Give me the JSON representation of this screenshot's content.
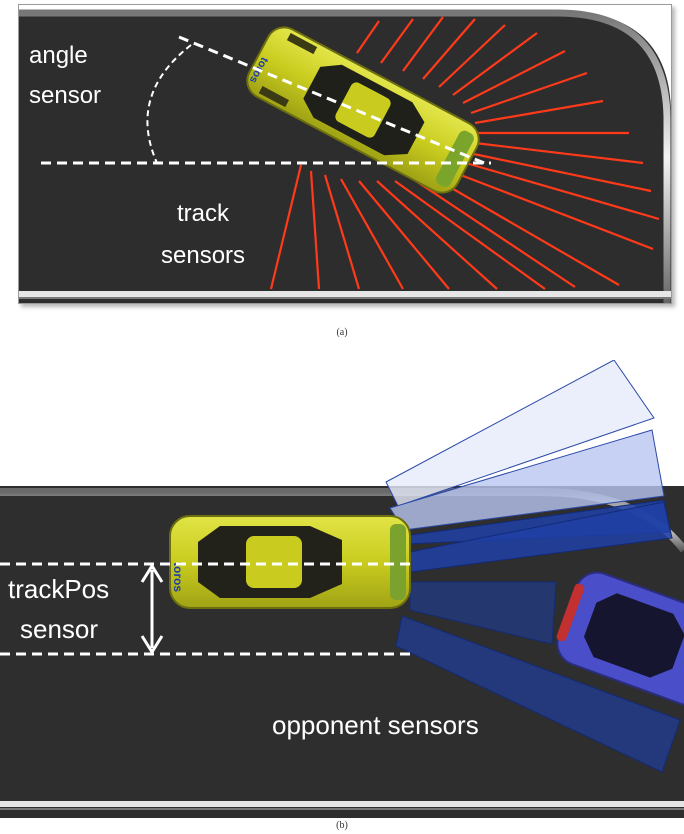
{
  "panel_a": {
    "caption": "(a)",
    "labels": {
      "angle_sensor_line1": "angle",
      "angle_sensor_line2": "sensor",
      "track_sensors_line1": "track",
      "track_sensors_line2": "sensors"
    },
    "car_logo": "toros"
  },
  "panel_b": {
    "caption": "(b)",
    "labels": {
      "trackpos_line1": "trackPos",
      "trackpos_line2": "sensor",
      "opponent_sensors": "opponent sensors"
    },
    "car_logo": "toros"
  },
  "colors": {
    "track": "#2b2b2b",
    "track_sensor_ray": "#ff3a1a",
    "opponent_sensor": "#1f3fa6",
    "car_body": "#c9cc1e",
    "opponent_car": "#4a4fc9",
    "dashed_line": "#ffffff"
  }
}
